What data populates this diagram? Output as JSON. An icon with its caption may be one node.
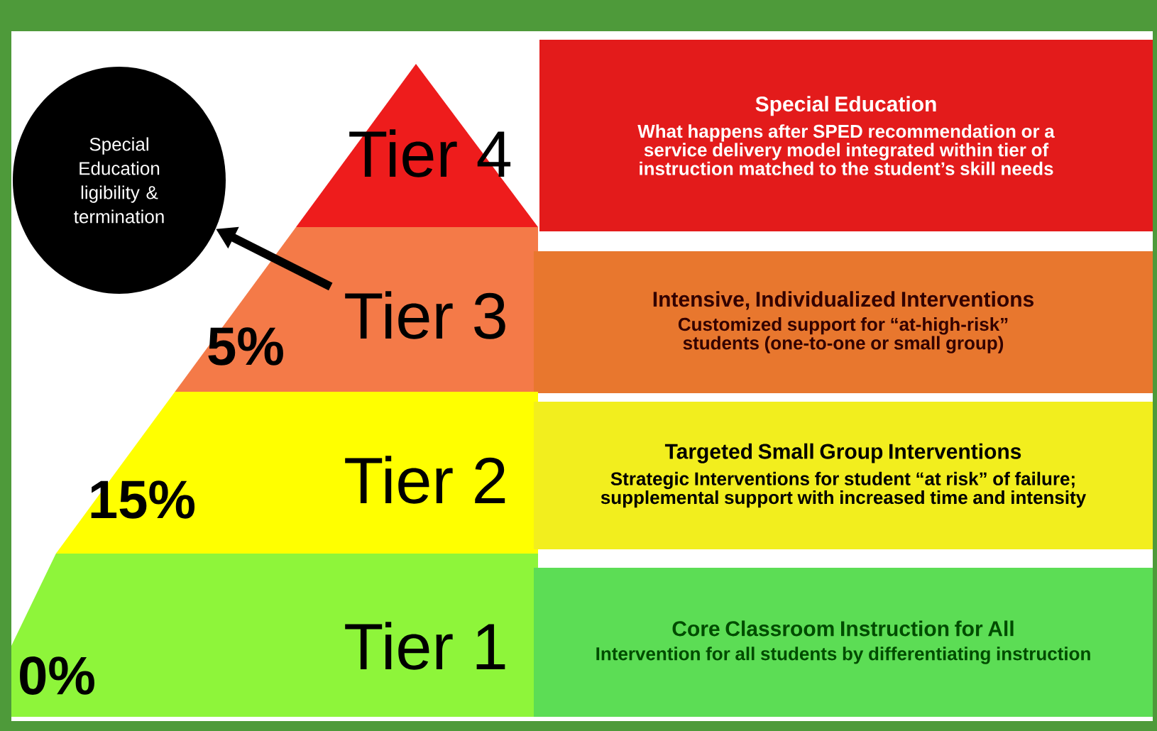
{
  "diagram": {
    "nodes": [
      {
        "text": [
          "Special Education ligibility & termination"
        ]
      },
      {
        "text": [
          "Tier 4"
        ]
      },
      {
        "text": [
          "Special Education",
          "What happens after SPED recommendation or a service delivery model integrated within tier of instruction matched to the student’s skill needs"
        ]
      },
      {
        "text": [
          "Tier 3"
        ]
      },
      {
        "text": [
          "Intensive, Individualized Interventions",
          "Customized support for “at-high-risk” students (one-to-one or small group)"
        ]
      },
      {
        "text": [
          "Tier 2"
        ]
      },
      {
        "text": [
          "Targeted Small Group Interventions",
          "Strategic Interventions for student “at risk” of failure; supplemental support with increased time and intensity"
        ]
      },
      {
        "text": [
          "Tier 1"
        ]
      },
      {
        "text": [
          "Core Classroom Instruction for All",
          "Intervention for all students by differentiating instruction"
        ]
      }
    ],
    "edges": [
      {
        "from": 3,
        "to": 0,
        "arrow": "to"
      }
    ],
    "labels": [
      "5%",
      "15%",
      "0%"
    ]
  }
}
